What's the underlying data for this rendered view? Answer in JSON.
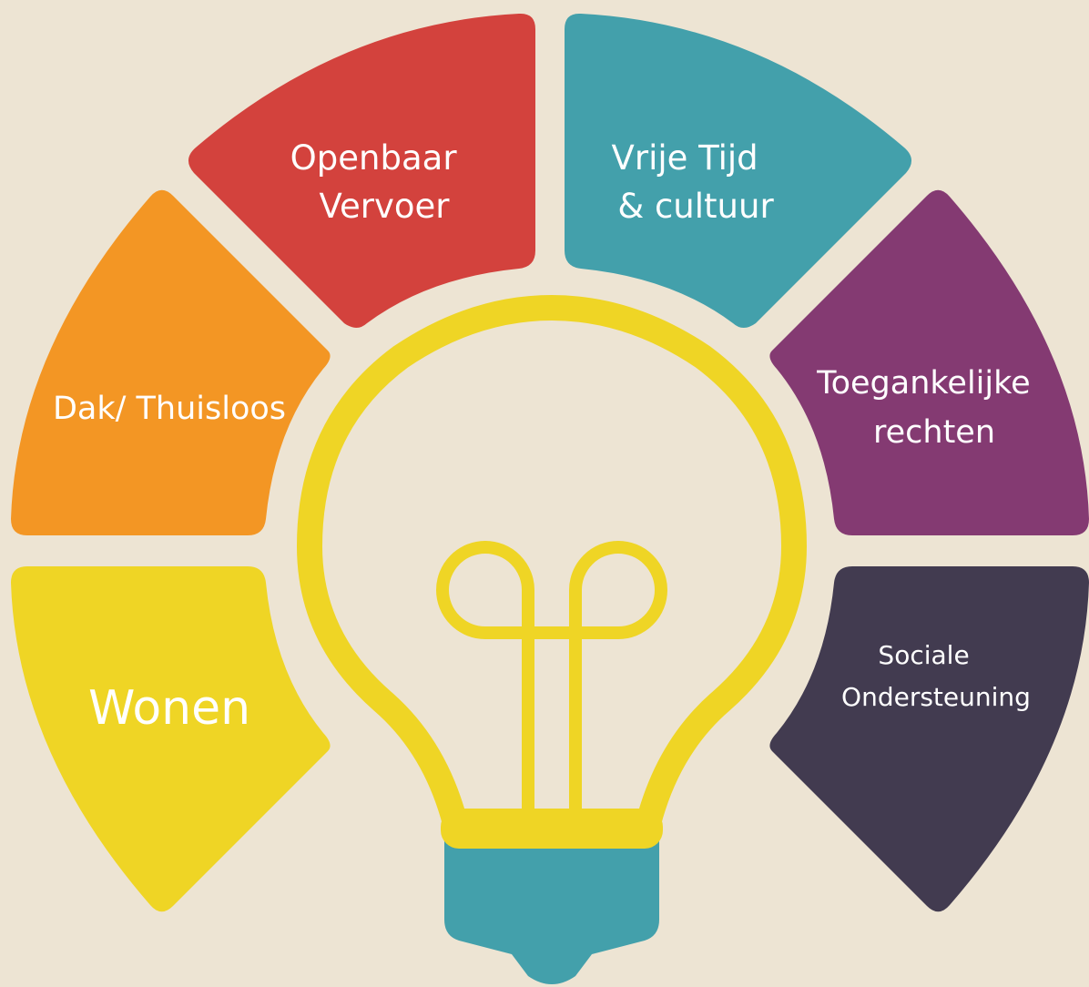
{
  "colors": {
    "background": "#ede4d3",
    "red": "#d3423d",
    "teal": "#43a0ab",
    "orange": "#f39624",
    "purple": "#843a72",
    "yellow": "#efd525",
    "dark": "#423b50",
    "text": "#ffffff"
  },
  "segments": {
    "openbaar_vervoer": {
      "line1": "Openbaar",
      "line2": "Vervoer"
    },
    "vrije_tijd": {
      "line1": "Vrije Tijd",
      "line2": "& cultuur"
    },
    "dak_thuisloos": {
      "label": "Dak/ Thuisloos"
    },
    "toegankelijke_rechten": {
      "line1": "Toegankelijke",
      "line2": "rechten"
    },
    "wonen": {
      "label": "Wonen"
    },
    "sociale_ondersteuning": {
      "line1": "Sociale",
      "line2": "Ondersteuning"
    }
  },
  "center_icon": "lightbulb-icon"
}
